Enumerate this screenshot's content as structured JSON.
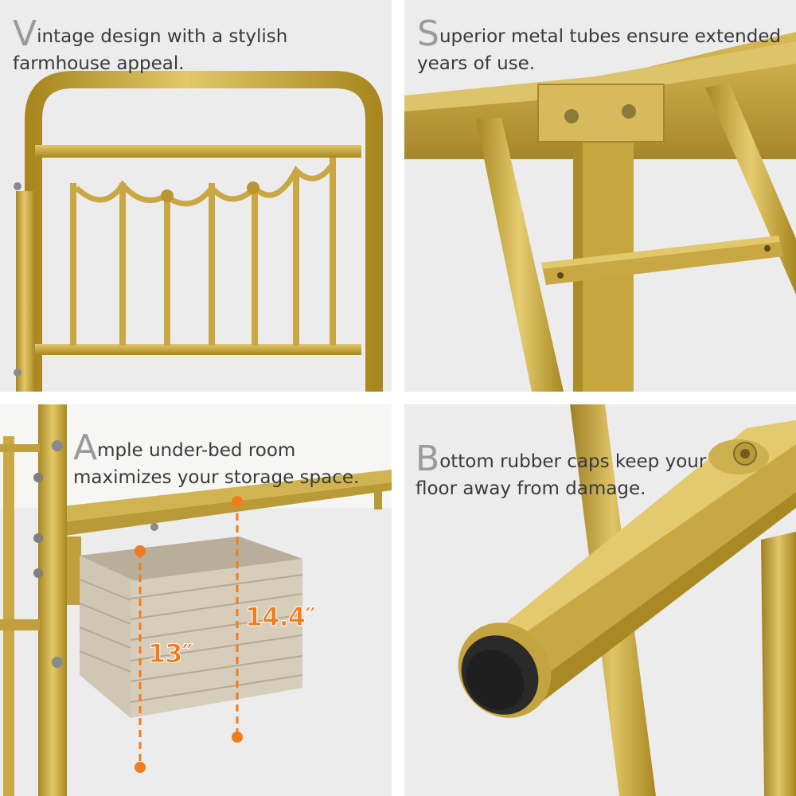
{
  "panels": [
    {
      "id": "vintage-design",
      "caption_initial": "V",
      "caption_rest": "intage design with a stylish farmhouse appeal."
    },
    {
      "id": "metal-tubes",
      "caption_initial": "S",
      "caption_rest": "uperior metal tubes ensure extended years of use."
    },
    {
      "id": "under-bed-room",
      "caption_initial": "A",
      "caption_rest": "mple under-bed room maximizes your storage space.",
      "dimensions": {
        "basket_height": "13″",
        "clearance_height": "14.4″"
      }
    },
    {
      "id": "rubber-caps",
      "caption_initial": "B",
      "caption_rest": "ottom rubber caps keep your floor away from damage."
    }
  ],
  "colors": {
    "gold": "#c9a743",
    "gold_dark": "#9e7f25",
    "dimension_orange": "#f07c1e",
    "background": "#ececec"
  }
}
